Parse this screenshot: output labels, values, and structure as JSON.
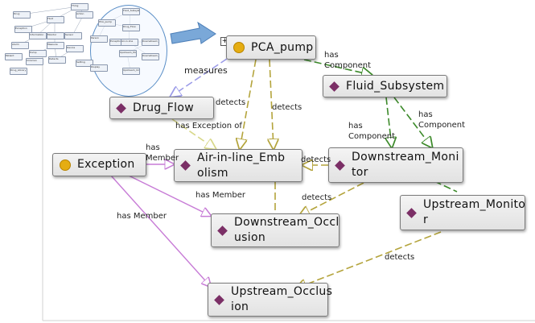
{
  "nodes": {
    "pca_pump": "PCA_pump",
    "drug_flow": "Drug_Flow",
    "fluid_subsystem": "Fluid_Subsystem",
    "exception": "Exception",
    "air_in_line": "Air-in-line_Emb\nolism",
    "downstream_monitor": "Downstream_Moni\ntor",
    "downstream_occlusion": "Downstream_Occl\nusion",
    "upstream_monitor": "Upstream_Monito\nr",
    "upstream_occlusion": "Upstream_Occlus\nion"
  },
  "edge_labels": {
    "measures": "measures",
    "has_component_1": "has\nComponent",
    "detects_1": "detects",
    "detects_2": "detects",
    "has_exception_of": "has Exception of",
    "has_component_2": "has\nComponent",
    "has_component_3": "has\nComponent",
    "has_member_1": "has\nMember",
    "detects_3": "detects",
    "has_member_2": "has Member",
    "detects_4": "detects",
    "has_member_3": "has Member",
    "detects_5": "detects"
  },
  "minimap": {
    "labels": [
      "Thing",
      "Drug",
      "Fluid",
      "Exception",
      "Action",
      "Information",
      "Monitor",
      "Sensor",
      "Alarm",
      "Measure",
      "Device",
      "Pump",
      "Detects",
      "PCA_pump",
      "Fluid_Subsystem",
      "Drug_Flow",
      "Exception",
      "Air-in-line",
      "Downstream_Mon",
      "Upstream_Mon",
      "Downstream_Occ",
      "Upstream_Occ",
      "Person",
      "Patient",
      "Clinician",
      "Drug_Library",
      "Setting",
      "Display"
    ]
  },
  "colors": {
    "has_component": "#3c8a2a",
    "detects": "#b4a43c",
    "has_member": "#c77bd6",
    "measures": "#9b9be8",
    "has_exception_of": "#d8d88a",
    "diamond_icon": "#7b2f66",
    "circle_icon": "#e5ad12",
    "zoom_arrow": "#5b8fc7"
  }
}
